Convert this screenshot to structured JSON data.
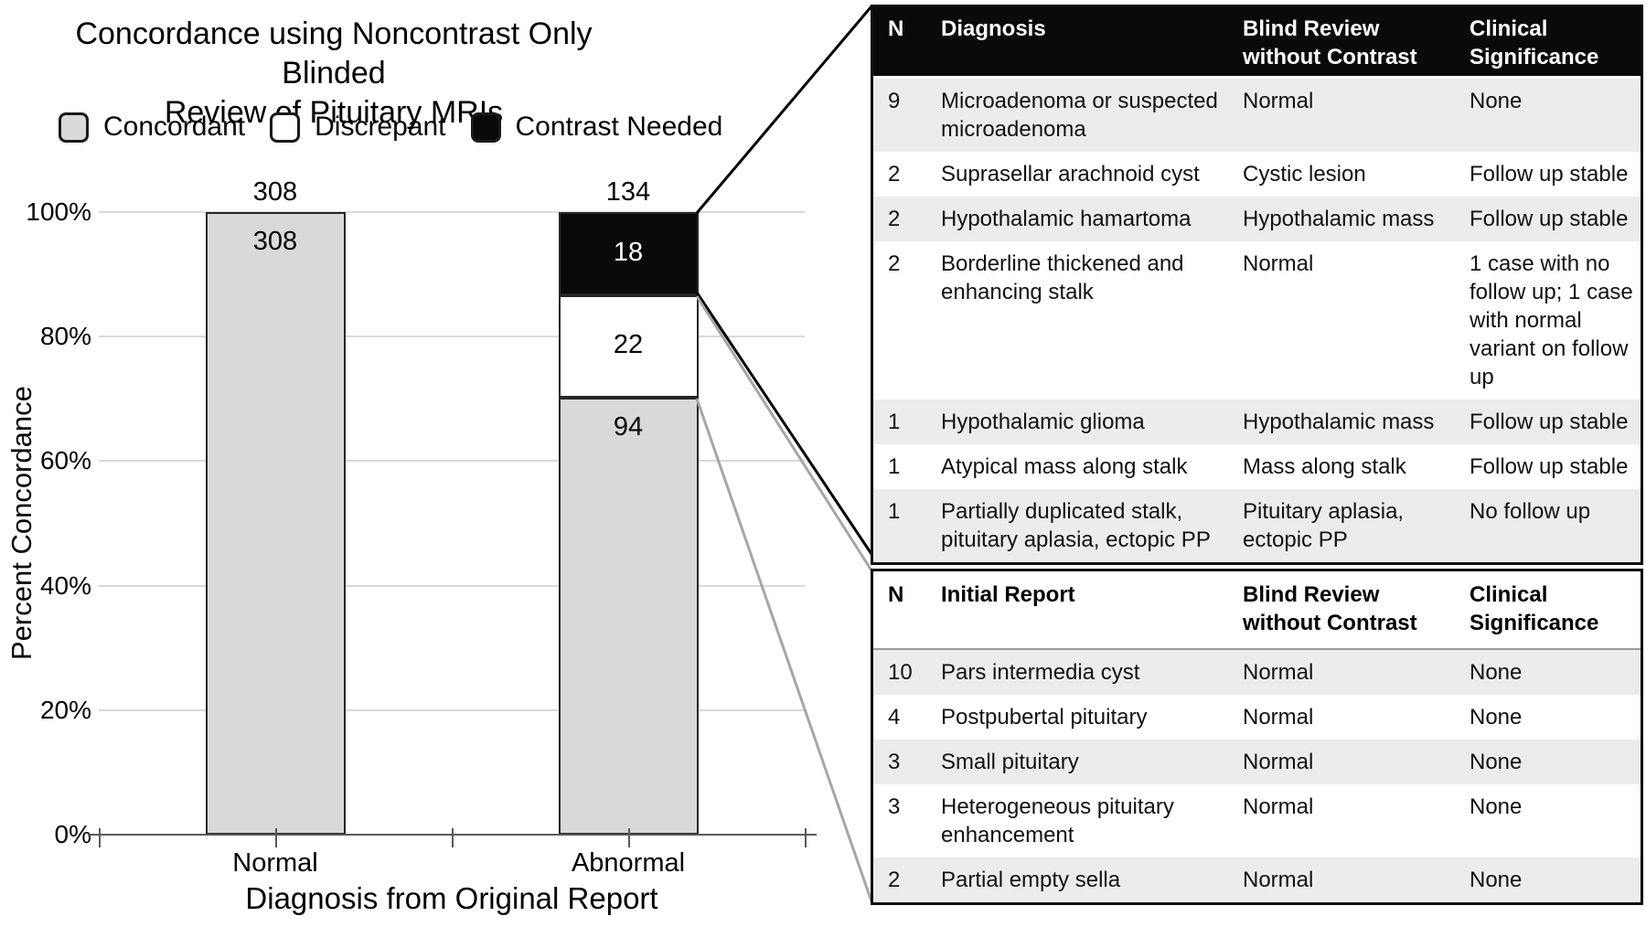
{
  "chart_data": {
    "type": "bar",
    "stacked": true,
    "title_lines": [
      "Concordance using Noncontrast Only Blinded",
      "Review of Pituitary MRIs"
    ],
    "categories": [
      "Normal",
      "Abnormal"
    ],
    "totals": [
      308,
      134
    ],
    "series": [
      {
        "name": "Concordant",
        "color": "#d9d9d9",
        "text_color": "#000000",
        "values": [
          308,
          94
        ]
      },
      {
        "name": "Discrepant",
        "color": "#ffffff",
        "text_color": "#000000",
        "values": [
          0,
          22
        ]
      },
      {
        "name": "Contrast Needed",
        "color": "#0a0a0a",
        "text_color": "#ffffff",
        "values": [
          0,
          18
        ]
      }
    ],
    "xlabel": "Diagnosis from Original Report",
    "ylabel": "Percent Concordance",
    "y_axis": {
      "min": 0,
      "max": 100,
      "ticks": [
        {
          "label": "100%",
          "value": 100
        },
        {
          "label": "80%",
          "value": 80
        },
        {
          "label": "60%",
          "value": 60
        },
        {
          "label": "40%",
          "value": 40
        },
        {
          "label": "20%",
          "value": 20
        },
        {
          "label": "0%",
          "value": 0
        }
      ]
    },
    "grid": true,
    "legend_position": "top"
  },
  "colors": {
    "callout_black": "#000000",
    "callout_gray": "#a6a6a6",
    "gridline": "#d9d9d9",
    "axis": "#595959",
    "alt_row": "#ececec",
    "bar_border": "#262626"
  },
  "tables": {
    "contrast_needed": {
      "columns": [
        "N",
        "Diagnosis",
        "Blind Review without Contrast",
        "Clinical Significance"
      ],
      "rows": [
        {
          "n": "9",
          "diagnosis": "Microadenoma or suspected microadenoma",
          "blind_review": "Normal",
          "clinical": "None"
        },
        {
          "n": "2",
          "diagnosis": "Suprasellar arachnoid cyst",
          "blind_review": "Cystic lesion",
          "clinical": "Follow up stable"
        },
        {
          "n": "2",
          "diagnosis": "Hypothalamic hamartoma",
          "blind_review": "Hypothalamic mass",
          "clinical": "Follow up stable"
        },
        {
          "n": "2",
          "diagnosis": "Borderline thickened and enhancing stalk",
          "blind_review": "Normal",
          "clinical": "1 case with no follow up; 1 case with normal variant on follow up"
        },
        {
          "n": "1",
          "diagnosis": "Hypothalamic glioma",
          "blind_review": "Hypothalamic mass",
          "clinical": "Follow up stable"
        },
        {
          "n": "1",
          "diagnosis": "Atypical mass along stalk",
          "blind_review": "Mass along stalk",
          "clinical": "Follow up stable"
        },
        {
          "n": "1",
          "diagnosis": "Partially duplicated stalk, pituitary aplasia, ectopic PP",
          "blind_review": "Pituitary aplasia, ectopic PP",
          "clinical": "No follow up"
        }
      ]
    },
    "discrepant": {
      "columns": [
        "N",
        "Initial Report",
        "Blind Review without Contrast",
        "Clinical Significance"
      ],
      "rows": [
        {
          "n": "10",
          "diagnosis": "Pars intermedia cyst",
          "blind_review": "Normal",
          "clinical": "None"
        },
        {
          "n": "4",
          "diagnosis": "Postpubertal pituitary",
          "blind_review": "Normal",
          "clinical": "None"
        },
        {
          "n": "3",
          "diagnosis": "Small pituitary",
          "blind_review": "Normal",
          "clinical": "None"
        },
        {
          "n": "3",
          "diagnosis": "Heterogeneous pituitary enhancement",
          "blind_review": "Normal",
          "clinical": "None"
        },
        {
          "n": "2",
          "diagnosis": "Partial empty sella",
          "blind_review": "Normal",
          "clinical": "None"
        }
      ]
    }
  }
}
